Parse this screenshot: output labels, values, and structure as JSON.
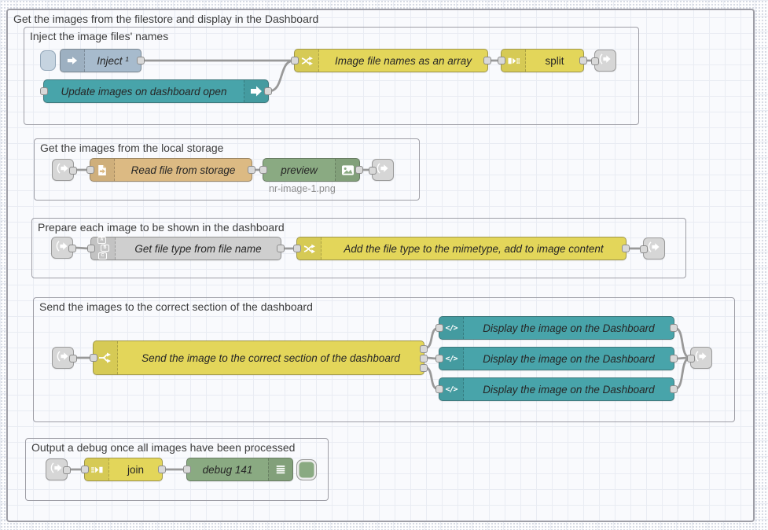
{
  "groups": {
    "outer": {
      "label": "Get the images from the filestore and display in the Dashboard"
    },
    "inject": {
      "label": "Inject the image files' names"
    },
    "storage": {
      "label": "Get the images from the local storage"
    },
    "prepare": {
      "label": "Prepare each image to be shown in the dashboard"
    },
    "send": {
      "label": "Send the images to the correct section of the dashboard"
    },
    "debug": {
      "label": "Output a debug once all images have been processed"
    }
  },
  "nodes": {
    "inject": {
      "label": "Inject ¹"
    },
    "update_images": {
      "label": "Update images on dashboard open"
    },
    "image_file_names": {
      "label": "Image file names as an array"
    },
    "split": {
      "label": "split"
    },
    "read_file": {
      "label": "Read file from storage"
    },
    "preview": {
      "label": "preview",
      "status": "nr-image-1.png"
    },
    "get_file_type": {
      "label": "Get file type from file name"
    },
    "add_file_type": {
      "label": "Add the file type to the mimetype, add to image content"
    },
    "send_switch": {
      "label": "Send the image to the correct section of the dashboard"
    },
    "display_1": {
      "label": "Display the image on the Dashboard"
    },
    "display_2": {
      "label": "Display the image on the Dashboard"
    },
    "display_3": {
      "label": "Display the image on the Dashboard"
    },
    "join": {
      "label": "join"
    },
    "debug_141": {
      "label": "debug 141"
    }
  },
  "icons": {
    "inject": "arrow-right-icon",
    "update_images": "arrow-right-icon",
    "function": "shuffle-arrows-icon",
    "split": "split-sequence-icon",
    "join": "join-sequence-icon",
    "link_in": "link-arrow-icon",
    "link_out": "link-arrow-icon",
    "read_file": "file-in-icon",
    "preview": "image-icon",
    "get_file_type": "abc-boxes-icon",
    "switch": "fork-icon",
    "display": "code-tags-icon",
    "debug": "list-bars-icon"
  },
  "colors": {
    "node_inject": "#a7bbcd",
    "node_teal": "#48a4aa",
    "node_yellow": "#e3d65a",
    "node_file": "#dcba83",
    "node_gray": "#cfcfcf",
    "node_green": "#8aaa82",
    "link_node": "#d6d6d6",
    "wire": "#999999",
    "port_fill": "#d9d9d9",
    "group_border": "#9e9ea6",
    "grid_line": "#e9ecf3",
    "status_text": "#8f8f8f"
  }
}
